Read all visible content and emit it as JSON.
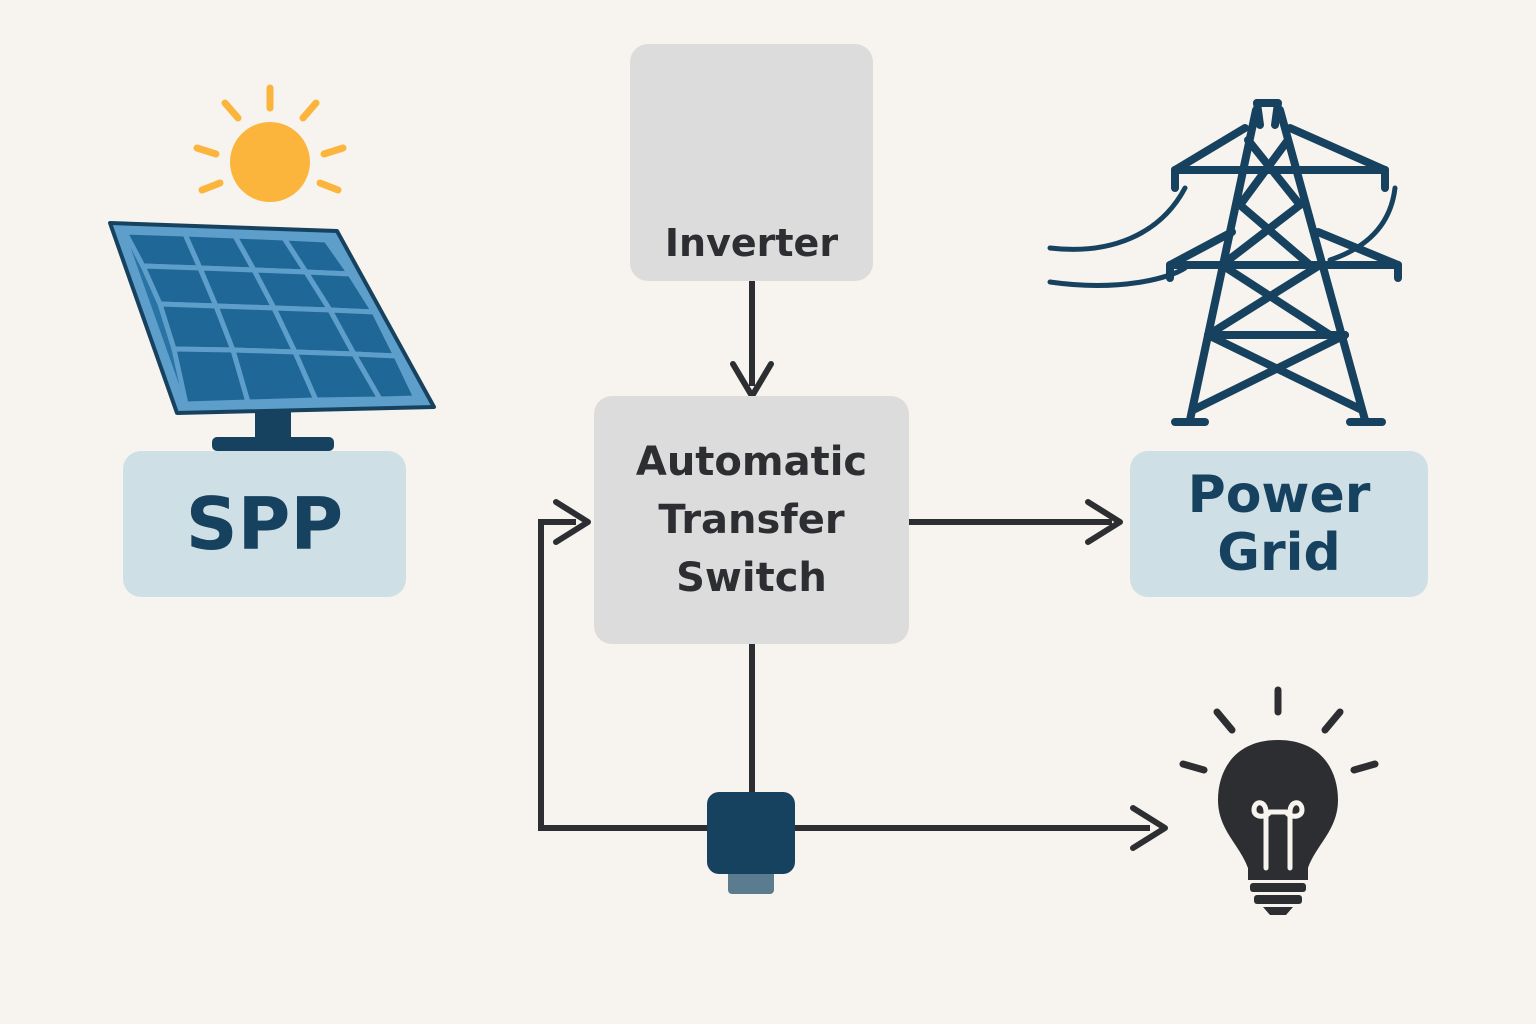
{
  "nodes": {
    "spp": {
      "label": "SPP"
    },
    "inverter": {
      "label": "Inverter"
    },
    "ats": {
      "label": "Automatic\nTransfer\nSwitch"
    },
    "grid": {
      "label": "Power\nGrid"
    }
  },
  "icons": {
    "sun": "sun-icon",
    "solar_panel": "solar-panel-icon",
    "sine_wave": "sine-wave-icon",
    "tower": "transmission-tower-icon",
    "bulb": "light-bulb-icon",
    "meter": "meter-device-icon"
  },
  "colors": {
    "background": "#f7f4ef",
    "navy": "#17425f",
    "panel_blue": "#1f6797",
    "panel_frame": "#5d9ecb",
    "sun": "#fbb53c",
    "box_blue": "#cfdfe6",
    "box_grey": "#dcdcdc",
    "arrow": "#2d2e31"
  }
}
